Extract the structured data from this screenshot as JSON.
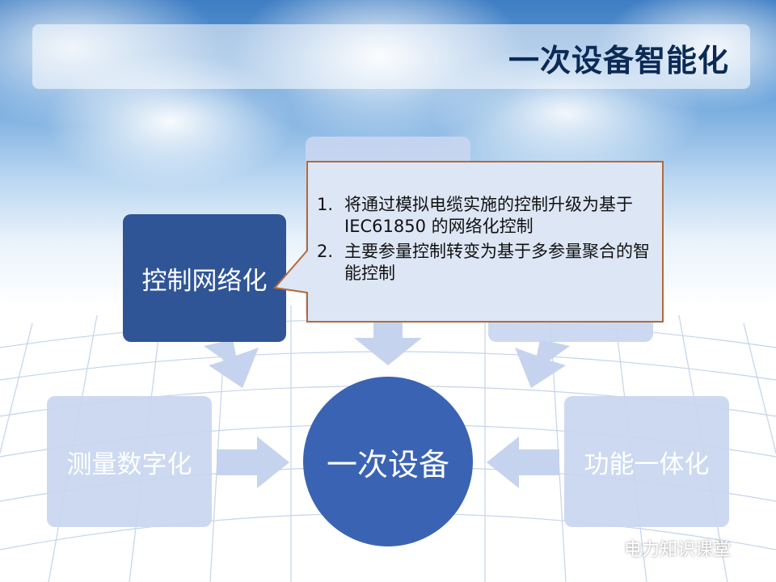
{
  "title": "一次设备智能化",
  "center_node": "一次设备",
  "nodes": {
    "left": "测量数字化",
    "right": "功能一体化",
    "top_left": "控制网络化"
  },
  "callout": {
    "items": [
      {
        "num": "1.",
        "text": "将通过模拟电缆实施的控制升级为基于IEC61850 的网络化控制"
      },
      {
        "num": "2.",
        "text": "主要参量控制转变为基于多参量聚合的智能控制"
      }
    ]
  },
  "watermark": "电力知识课堂",
  "colors": {
    "dark_node": "#2f5597",
    "pale_node": "#c8d6f0",
    "center_circle": "#3a64b3",
    "arrow": "#c5d3ee",
    "callout_fill": "#dde6f5",
    "callout_border": "#b4693a",
    "title": "#0b2a55"
  }
}
